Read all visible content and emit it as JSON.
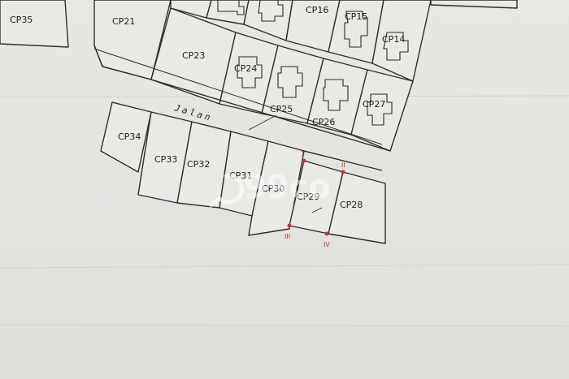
{
  "map": {
    "road_label": "Jalan",
    "highlighted_lot": "CP29",
    "highlight_color": "#d9a43a",
    "marker_color": "#c0392b",
    "lots": [
      {
        "id": "cp35",
        "label": "CP35"
      },
      {
        "id": "cp21",
        "label": "CP21"
      },
      {
        "id": "cp23",
        "label": "CP23"
      },
      {
        "id": "cp24",
        "label": "CP24"
      },
      {
        "id": "cp25",
        "label": "CP25"
      },
      {
        "id": "cp26",
        "label": "CP26"
      },
      {
        "id": "cp27",
        "label": "CP27"
      },
      {
        "id": "cp16",
        "label": "CP16"
      },
      {
        "id": "cp15",
        "label": "CP15"
      },
      {
        "id": "cp14",
        "label": "CP14"
      },
      {
        "id": "cp34",
        "label": "CP34"
      },
      {
        "id": "cp33",
        "label": "CP33"
      },
      {
        "id": "cp32",
        "label": "CP32"
      },
      {
        "id": "cp31",
        "label": "CP31"
      },
      {
        "id": "cp30",
        "label": "CP30"
      },
      {
        "id": "cp29",
        "label": "CP29"
      },
      {
        "id": "cp28",
        "label": "CP28"
      }
    ],
    "corner_markers": [
      "1",
      "II",
      "III",
      "IV"
    ]
  },
  "watermark": {
    "text": "99co",
    "icon": "99co-logo-icon"
  }
}
